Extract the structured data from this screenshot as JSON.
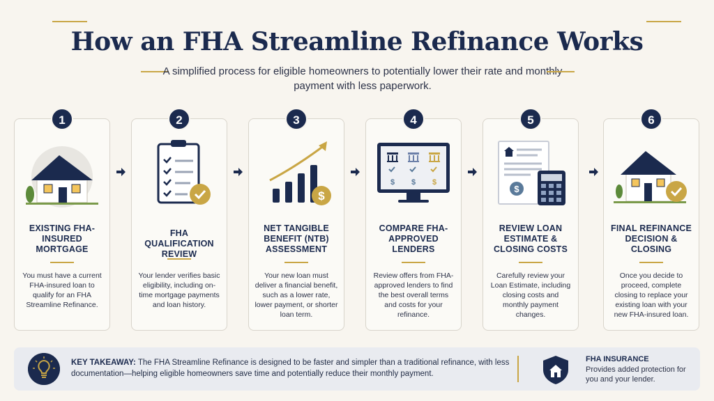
{
  "title": "How an FHA Streamline Refinance Works",
  "subtitle": "A simplified process for eligible homeowners to potentially lower their rate and monthly payment with less paperwork.",
  "colors": {
    "navy": "#1b2a4e",
    "gold": "#c9a645",
    "background": "#f8f5ef"
  },
  "steps": [
    {
      "number": "1",
      "icon": "house-icon",
      "title": "EXISTING FHA-INSURED MORTGAGE",
      "description": "You must have a current FHA-insured loan to qualify for an FHA Streamline Refinance."
    },
    {
      "number": "2",
      "icon": "checklist-clipboard-icon",
      "title": "FHA QUALIFICATION REVIEW",
      "description": "Your lender verifies basic eligibility, including on-time mortgage payments and loan history."
    },
    {
      "number": "3",
      "icon": "rising-bar-chart-icon",
      "title": "NET TANGIBLE BENEFIT (NTB) ASSESSMENT",
      "description": "Your new loan must deliver a financial benefit, such as a lower rate, lower payment, or shorter loan term."
    },
    {
      "number": "4",
      "icon": "lender-comparison-monitor-icon",
      "title": "COMPARE FHA-APPROVED LENDERS",
      "description": "Review offers from FHA-approved lenders to find the best overall terms and costs for your refinance."
    },
    {
      "number": "5",
      "icon": "loan-estimate-calculator-icon",
      "title": "REVIEW LOAN ESTIMATE & CLOSING COSTS",
      "description": "Carefully review your Loan Estimate, including closing costs and monthly payment changes."
    },
    {
      "number": "6",
      "icon": "house-check-icon",
      "title": "FINAL REFINANCE DECISION & CLOSING",
      "description": "Once you decide to proceed, complete closing to replace your existing loan with your new FHA-insured loan."
    }
  ],
  "takeaway": {
    "label": "KEY TAKEAWAY:",
    "text": "The FHA Streamline Refinance is designed to be faster and simpler than a traditional refinance, with less documentation—helping eligible homeowners save time and potentially reduce their monthly payment."
  },
  "insurance": {
    "title": "FHA INSURANCE",
    "description": "Provides added protection for you and your lender."
  }
}
